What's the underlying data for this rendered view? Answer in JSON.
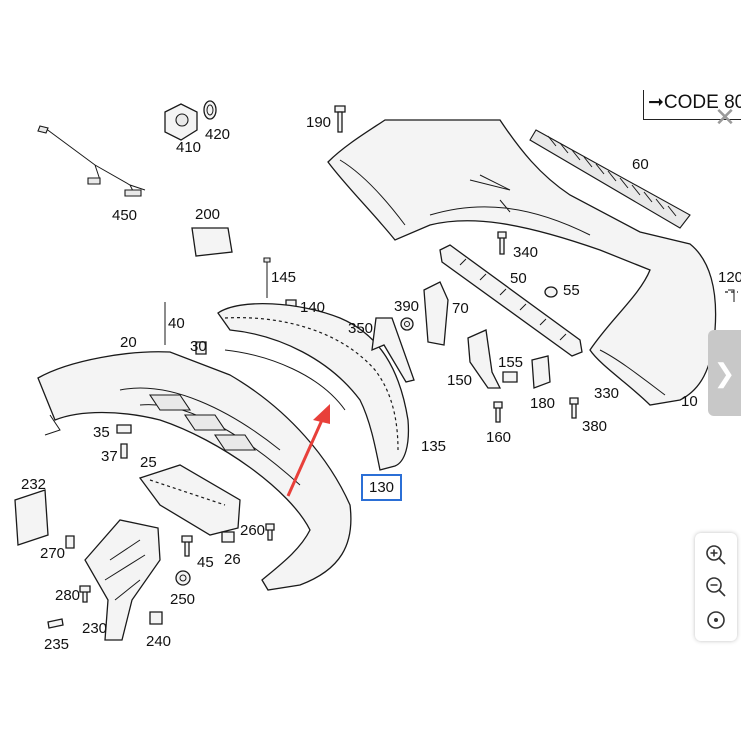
{
  "code_box": {
    "text": "CODE 80"
  },
  "highlighted_label": "130",
  "labels": {
    "l190": "190",
    "l410": "410",
    "l420": "420",
    "l450": "450",
    "l200": "200",
    "l145": "145",
    "l140": "140",
    "l40": "40",
    "l30": "30",
    "l20": "20",
    "l350": "350",
    "l390": "390",
    "l70": "70",
    "l340": "340",
    "l50": "50",
    "l55": "55",
    "l60": "60",
    "l120": "120",
    "l10": "10",
    "l330": "330",
    "l155": "155",
    "l150": "150",
    "l180": "180",
    "l160": "160",
    "l380": "380",
    "l135": "135",
    "l35": "35",
    "l37": "37",
    "l25": "25",
    "l232": "232",
    "l270": "270",
    "l260": "260",
    "l45": "45",
    "l26": "26",
    "l250": "250",
    "l280": "280",
    "l230": "230",
    "l235": "235",
    "l240": "240"
  },
  "icons": {
    "close": "close-icon",
    "next": "chevron-right-icon",
    "zoom_in": "zoom-in-icon",
    "zoom_out": "zoom-out-icon",
    "reset": "reset-zoom-icon"
  },
  "colors": {
    "highlight_border": "#2b6fd6",
    "arrow": "#e8403a",
    "side_button": "#c8c8c8"
  }
}
